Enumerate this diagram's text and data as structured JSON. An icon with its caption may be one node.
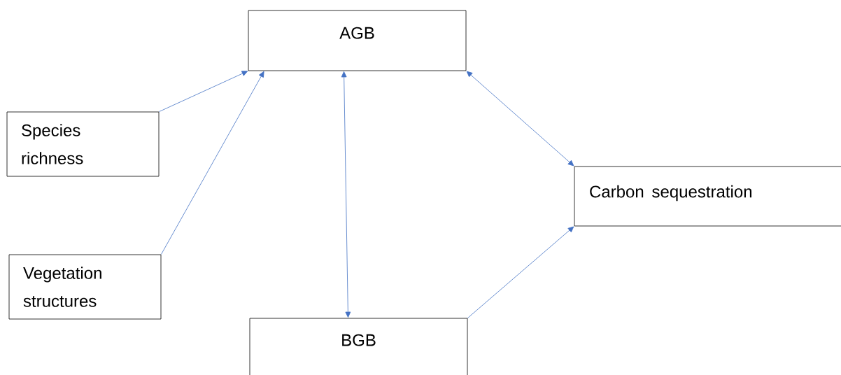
{
  "diagram": {
    "nodes": [
      {
        "text": [
          "AGB"
        ]
      },
      {
        "text": [
          "Species richness"
        ]
      },
      {
        "text": [
          "Vegetation structures"
        ]
      },
      {
        "text": [
          "Carbon sequestration"
        ]
      },
      {
        "text": [
          "BGB"
        ]
      }
    ],
    "edges": [
      {
        "from": 1,
        "to": 0,
        "arrow": "to"
      },
      {
        "from": 2,
        "to": 0,
        "arrow": "to"
      },
      {
        "from": 0,
        "to": 4,
        "arrow": "both"
      },
      {
        "from": 0,
        "to": 3,
        "arrow": "both"
      },
      {
        "from": 4,
        "to": 3,
        "arrow": "to"
      }
    ]
  }
}
